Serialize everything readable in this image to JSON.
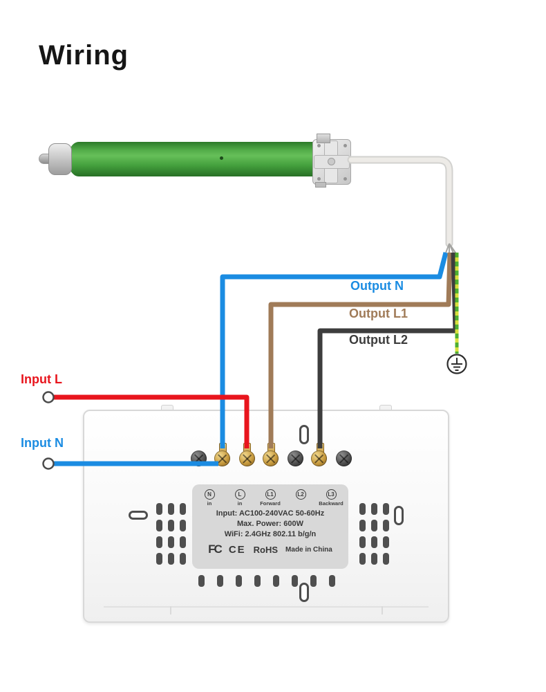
{
  "title": "Wiring",
  "wire_labels": {
    "output_n": "Output N",
    "output_l1": "Output L1",
    "output_l2": "Output L2",
    "input_l": "Input L",
    "input_n": "Input N"
  },
  "colors": {
    "wire_blue": "#1b8ce2",
    "wire_brown": "#a07b58",
    "wire_dark": "#3d3d3d",
    "wire_red": "#e8151d",
    "ground_yellow": "#d6e03c",
    "ground_green": "#4faf2f",
    "cable_white": "#edebe7",
    "motor_green": "#3f9e3a"
  },
  "device_label": {
    "terminals": [
      {
        "id": "N",
        "sub": "in"
      },
      {
        "id": "L",
        "sub": "in"
      },
      {
        "id": "L1",
        "sub": "Forward"
      },
      {
        "id": "L2",
        "sub": ""
      },
      {
        "id": "L3",
        "sub": "Backward"
      }
    ],
    "specs": [
      "Input: AC100-240VAC 50-60Hz",
      "Max. Power: 600W",
      "WiFi: 2.4GHz 802.11 b/g/n"
    ],
    "certs": {
      "fcc": "FC",
      "ce": "CE",
      "rohs": "RoHS",
      "origin": "Made in China"
    }
  }
}
